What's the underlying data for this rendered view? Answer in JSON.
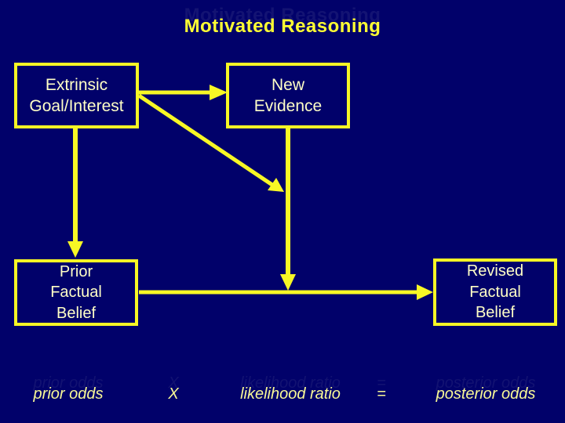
{
  "slide": {
    "title": "Motivated Reasoning",
    "boxes": {
      "extrinsic": {
        "label": "Extrinsic\nGoal/Interest"
      },
      "new_evidence": {
        "label": "New\nEvidence"
      },
      "prior": {
        "label": "Prior\nFactual\nBelief"
      },
      "revised": {
        "label": "Revised\nFactual\nBelief"
      }
    },
    "arrows": [
      {
        "from": "Extrinsic Goal/Interest",
        "to": "New Evidence",
        "style": "horizontal"
      },
      {
        "from": "Extrinsic Goal/Interest",
        "to": "evidence-to-belief path",
        "style": "diagonal"
      },
      {
        "from": "Extrinsic Goal/Interest",
        "to": "Prior Factual Belief",
        "style": "vertical"
      },
      {
        "from": "New Evidence",
        "to": "belief-revision path",
        "style": "vertical"
      },
      {
        "from": "Prior Factual Belief",
        "to": "Revised Factual Belief",
        "style": "horizontal"
      }
    ],
    "equation": {
      "prior_odds": "prior odds",
      "times": "X",
      "likelihood_ratio": "likelihood ratio",
      "equals": "=",
      "posterior_odds": "posterior odds"
    },
    "colors": {
      "background": "#01016a",
      "title_yellow": "#ffff33",
      "line_yellow": "#f7f725",
      "box_text": "#ffffc6",
      "equation_text": "#f8f896"
    }
  }
}
